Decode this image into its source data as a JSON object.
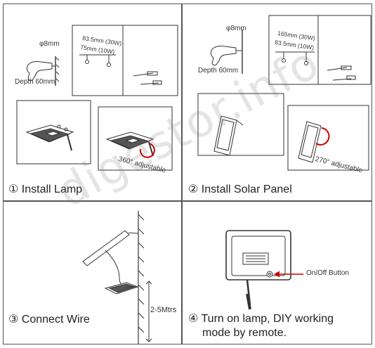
{
  "panels": [
    {
      "number": "①",
      "title": "Install Lamp"
    },
    {
      "number": "②",
      "title": "Install Solar Panel"
    },
    {
      "number": "③",
      "title": "Connect Wire"
    },
    {
      "number": "④",
      "title": "Turn on lamp, DIY working",
      "title2": "mode by remote."
    }
  ],
  "step1": {
    "drill_dia": "φ8mm",
    "depth": "Depth 60mm",
    "spacing_30w": "83.5mm (30W)",
    "spacing_10w": "75mm (10W)",
    "rotate": "360° adjustable"
  },
  "step2": {
    "drill_dia": "φ8mm",
    "depth": "Depth 60mm",
    "spacing_30w": "165mm (30W)",
    "spacing_10w": "83.5mm (10W)",
    "rotate": "270° adjustable"
  },
  "step3": {
    "height": "2-5Mtrs"
  },
  "step4": {
    "button_label": "On/Off Button"
  },
  "watermark": "digestor.info",
  "colors": {
    "border": "#555555",
    "line": "#333333",
    "accent": "#cc0000"
  }
}
